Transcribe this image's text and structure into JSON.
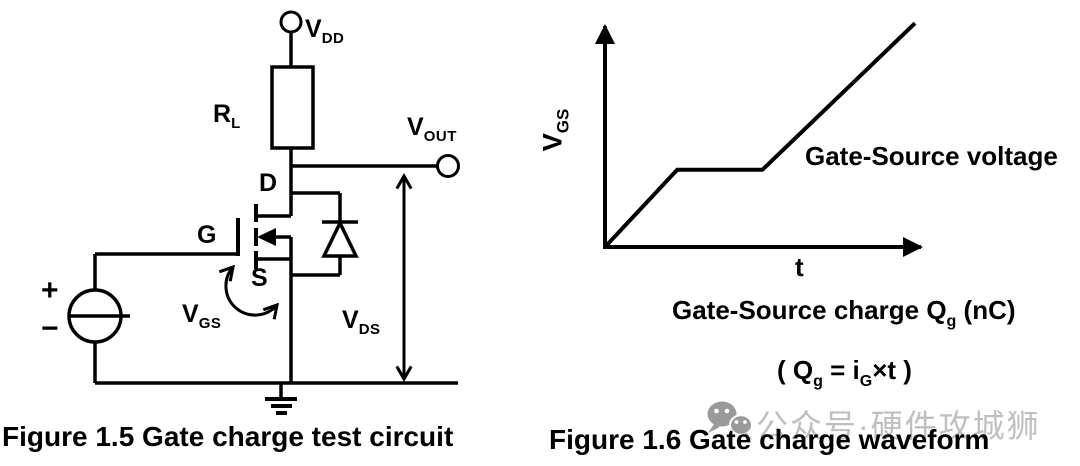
{
  "figure_left": {
    "caption": "Figure 1.5 Gate charge test circuit",
    "labels": {
      "vdd": {
        "main": "V",
        "sub": "DD"
      },
      "rl": {
        "main": "R",
        "sub": "L"
      },
      "vout": {
        "main": "V",
        "sub": "OUT"
      },
      "drain": "D",
      "gate": "G",
      "source": "S",
      "vgs": {
        "main": "V",
        "sub": "GS"
      },
      "vds": {
        "main": "V",
        "sub": "DS"
      },
      "plus": "+",
      "minus": "−"
    },
    "icons": [
      "vdd-terminal",
      "load-resistor",
      "nmos-transistor",
      "body-diode",
      "current-source",
      "ground-symbol",
      "vout-terminal",
      "vds-arrow",
      "vgs-arrow"
    ]
  },
  "figure_right": {
    "caption": "Figure 1.6 Gate charge waveform",
    "y_axis_label": {
      "main": "V",
      "sub": "GS"
    },
    "x_axis_tick": "t",
    "curve_label": "Gate-Source voltage",
    "x_axis_caption": {
      "p1": "Gate-Source charge Q",
      "s1": "g",
      "p2": " (nC)"
    },
    "formula": {
      "p1": "( Q",
      "s1": "g",
      "p2": " = i",
      "s2": "G",
      "p3": "×t )"
    }
  },
  "watermark": {
    "icon": "wechat-icon",
    "text": "公众号·硬件攻城狮"
  },
  "chart_data": {
    "type": "line",
    "title": "Figure 1.6 Gate charge waveform",
    "xlabel": "Gate-Source charge Qg (nC)",
    "ylabel": "VGS",
    "x_tick_labels": [
      "t"
    ],
    "grid": false,
    "legend_position": "none",
    "annotations": [
      "Gate-Source voltage",
      "( Qg = iG×t )"
    ],
    "series": [
      {
        "name": "Gate-Source voltage",
        "points_rel": [
          [
            0,
            0
          ],
          [
            0.22,
            0.34
          ],
          [
            0.48,
            0.34
          ],
          [
            0.945,
            0.986
          ]
        ],
        "shape": "rise, Miller plateau, rise"
      }
    ]
  }
}
